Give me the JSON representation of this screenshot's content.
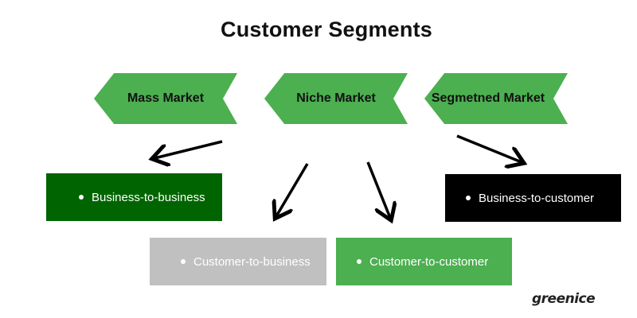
{
  "title": "Customer Segments",
  "segments": [
    {
      "label": "Mass Market"
    },
    {
      "label": "Niche Market"
    },
    {
      "label": "Segmetned Market"
    }
  ],
  "boxes": [
    {
      "label": "Business-to-business",
      "color": "#006400"
    },
    {
      "label": "Business-to-customer",
      "color": "#000000"
    },
    {
      "label": "Customer-to-business",
      "color": "#c0c0c0"
    },
    {
      "label": "Customer-to-customer",
      "color": "#4caf50"
    }
  ],
  "colors": {
    "chevron": "#4caf50",
    "arrow": "#000000"
  },
  "logo": {
    "text": "greenice"
  }
}
